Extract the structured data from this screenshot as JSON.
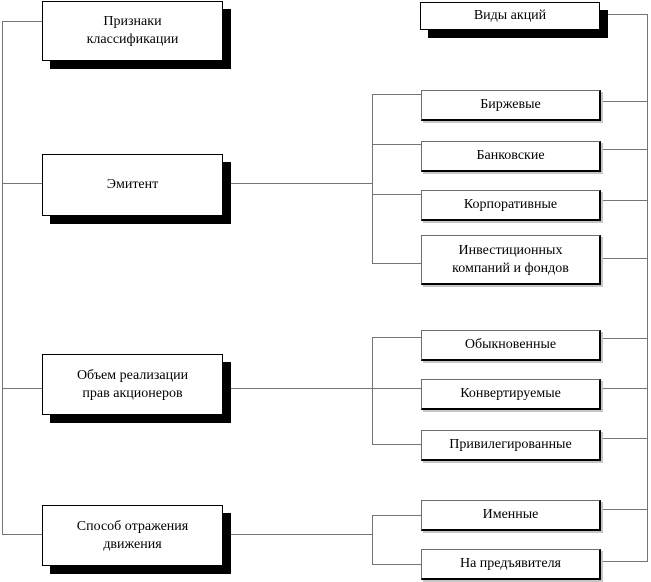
{
  "diagram": {
    "headers": {
      "criteria": "Признаки\nклассификации",
      "types": "Виды акций"
    },
    "groups": [
      {
        "criterion": "Эмитент",
        "types": [
          "Биржевые",
          "Банковские",
          "Корпоративные",
          "Инвестиционных\nкомпаний и фондов"
        ]
      },
      {
        "criterion": "Объем реализации\nправ акционеров",
        "types": [
          "Обыкновенные",
          "Конвертируемые",
          "Привилегированные"
        ]
      },
      {
        "criterion": "Способ отражения\nдвижения",
        "types": [
          "Именные",
          "На предъявителя"
        ]
      }
    ]
  }
}
